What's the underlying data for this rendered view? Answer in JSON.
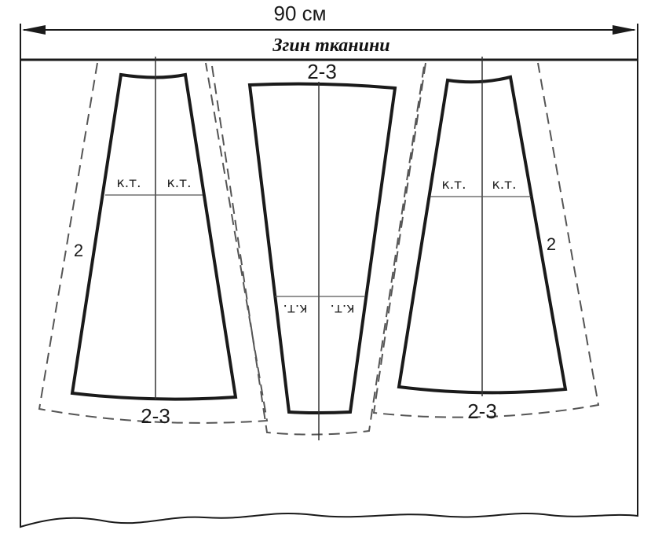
{
  "width_label": "90 см",
  "fold_label": "Згин тканини",
  "pieces": {
    "left": {
      "allowance_side": "2",
      "allowance_hem": "2-3",
      "mark_left": "к.т.",
      "mark_right": "к.т."
    },
    "center": {
      "allowance_top": "2-3",
      "mark_left": "к.т.",
      "mark_right": "к.т."
    },
    "right": {
      "allowance_side": "2",
      "allowance_hem": "2-3",
      "mark_left": "к.т.",
      "mark_right": "к.т."
    }
  },
  "colors": {
    "line": "#1a1a1a",
    "dash": "#555555",
    "thin": "#333333"
  }
}
